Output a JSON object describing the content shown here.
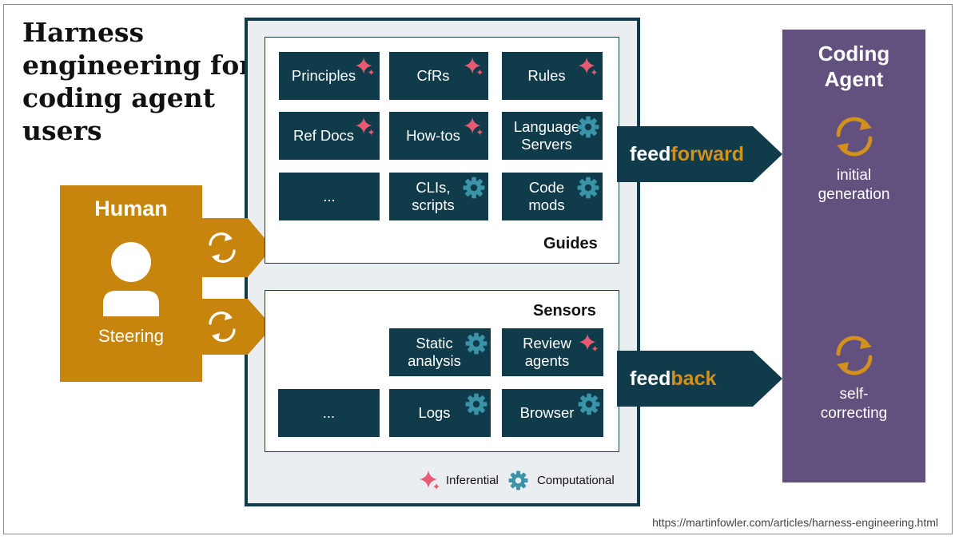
{
  "title": {
    "line1": "Harness",
    "line2": "engineering for",
    "line3": "coding agent",
    "line4": "users"
  },
  "human": {
    "title": "Human",
    "action": "Steering"
  },
  "guides": {
    "label": "Guides",
    "tiles": [
      {
        "label": "Principles",
        "type": "inferential"
      },
      {
        "label": "CfRs",
        "type": "inferential"
      },
      {
        "label": "Rules",
        "type": "inferential"
      },
      {
        "label": "Ref Docs",
        "type": "inferential"
      },
      {
        "label": "How-tos",
        "type": "inferential"
      },
      {
        "label": "Language\nServers",
        "type": "computational"
      },
      {
        "label": "...",
        "type": "none"
      },
      {
        "label": "CLIs,\nscripts",
        "type": "computational"
      },
      {
        "label": "Code\nmods",
        "type": "computational"
      }
    ]
  },
  "sensors": {
    "label": "Sensors",
    "tiles": [
      {
        "label": "Static\nanalysis",
        "type": "computational"
      },
      {
        "label": "Review\nagents",
        "type": "inferential"
      },
      {
        "label": "...",
        "type": "none"
      },
      {
        "label": "Logs",
        "type": "computational"
      },
      {
        "label": "Browser",
        "type": "computational"
      }
    ]
  },
  "legend": {
    "inferential": "Inferential",
    "computational": "Computational"
  },
  "feedforward": {
    "part1": "feed",
    "part2": "forward"
  },
  "feedback": {
    "part1": "feed",
    "part2": "back"
  },
  "agent": {
    "title_line1": "Coding",
    "title_line2": "Agent",
    "stage1_line1": "initial",
    "stage1_line2": "generation",
    "stage2_line1": "self-",
    "stage2_line2": "correcting"
  },
  "url": "https://martinfowler.com/articles/harness-engineering.html",
  "colors": {
    "human": "#c8850e",
    "harness_border": "#10394a",
    "tile": "#0f3b4b",
    "agent": "#62507e",
    "inferential": "#e85a72",
    "computational": "#3a93a6",
    "accent": "#d2901c"
  },
  "icons": {
    "inferential": "sparkle-icon",
    "computational": "gear-icon",
    "cycle": "cycle-arrows-icon"
  }
}
